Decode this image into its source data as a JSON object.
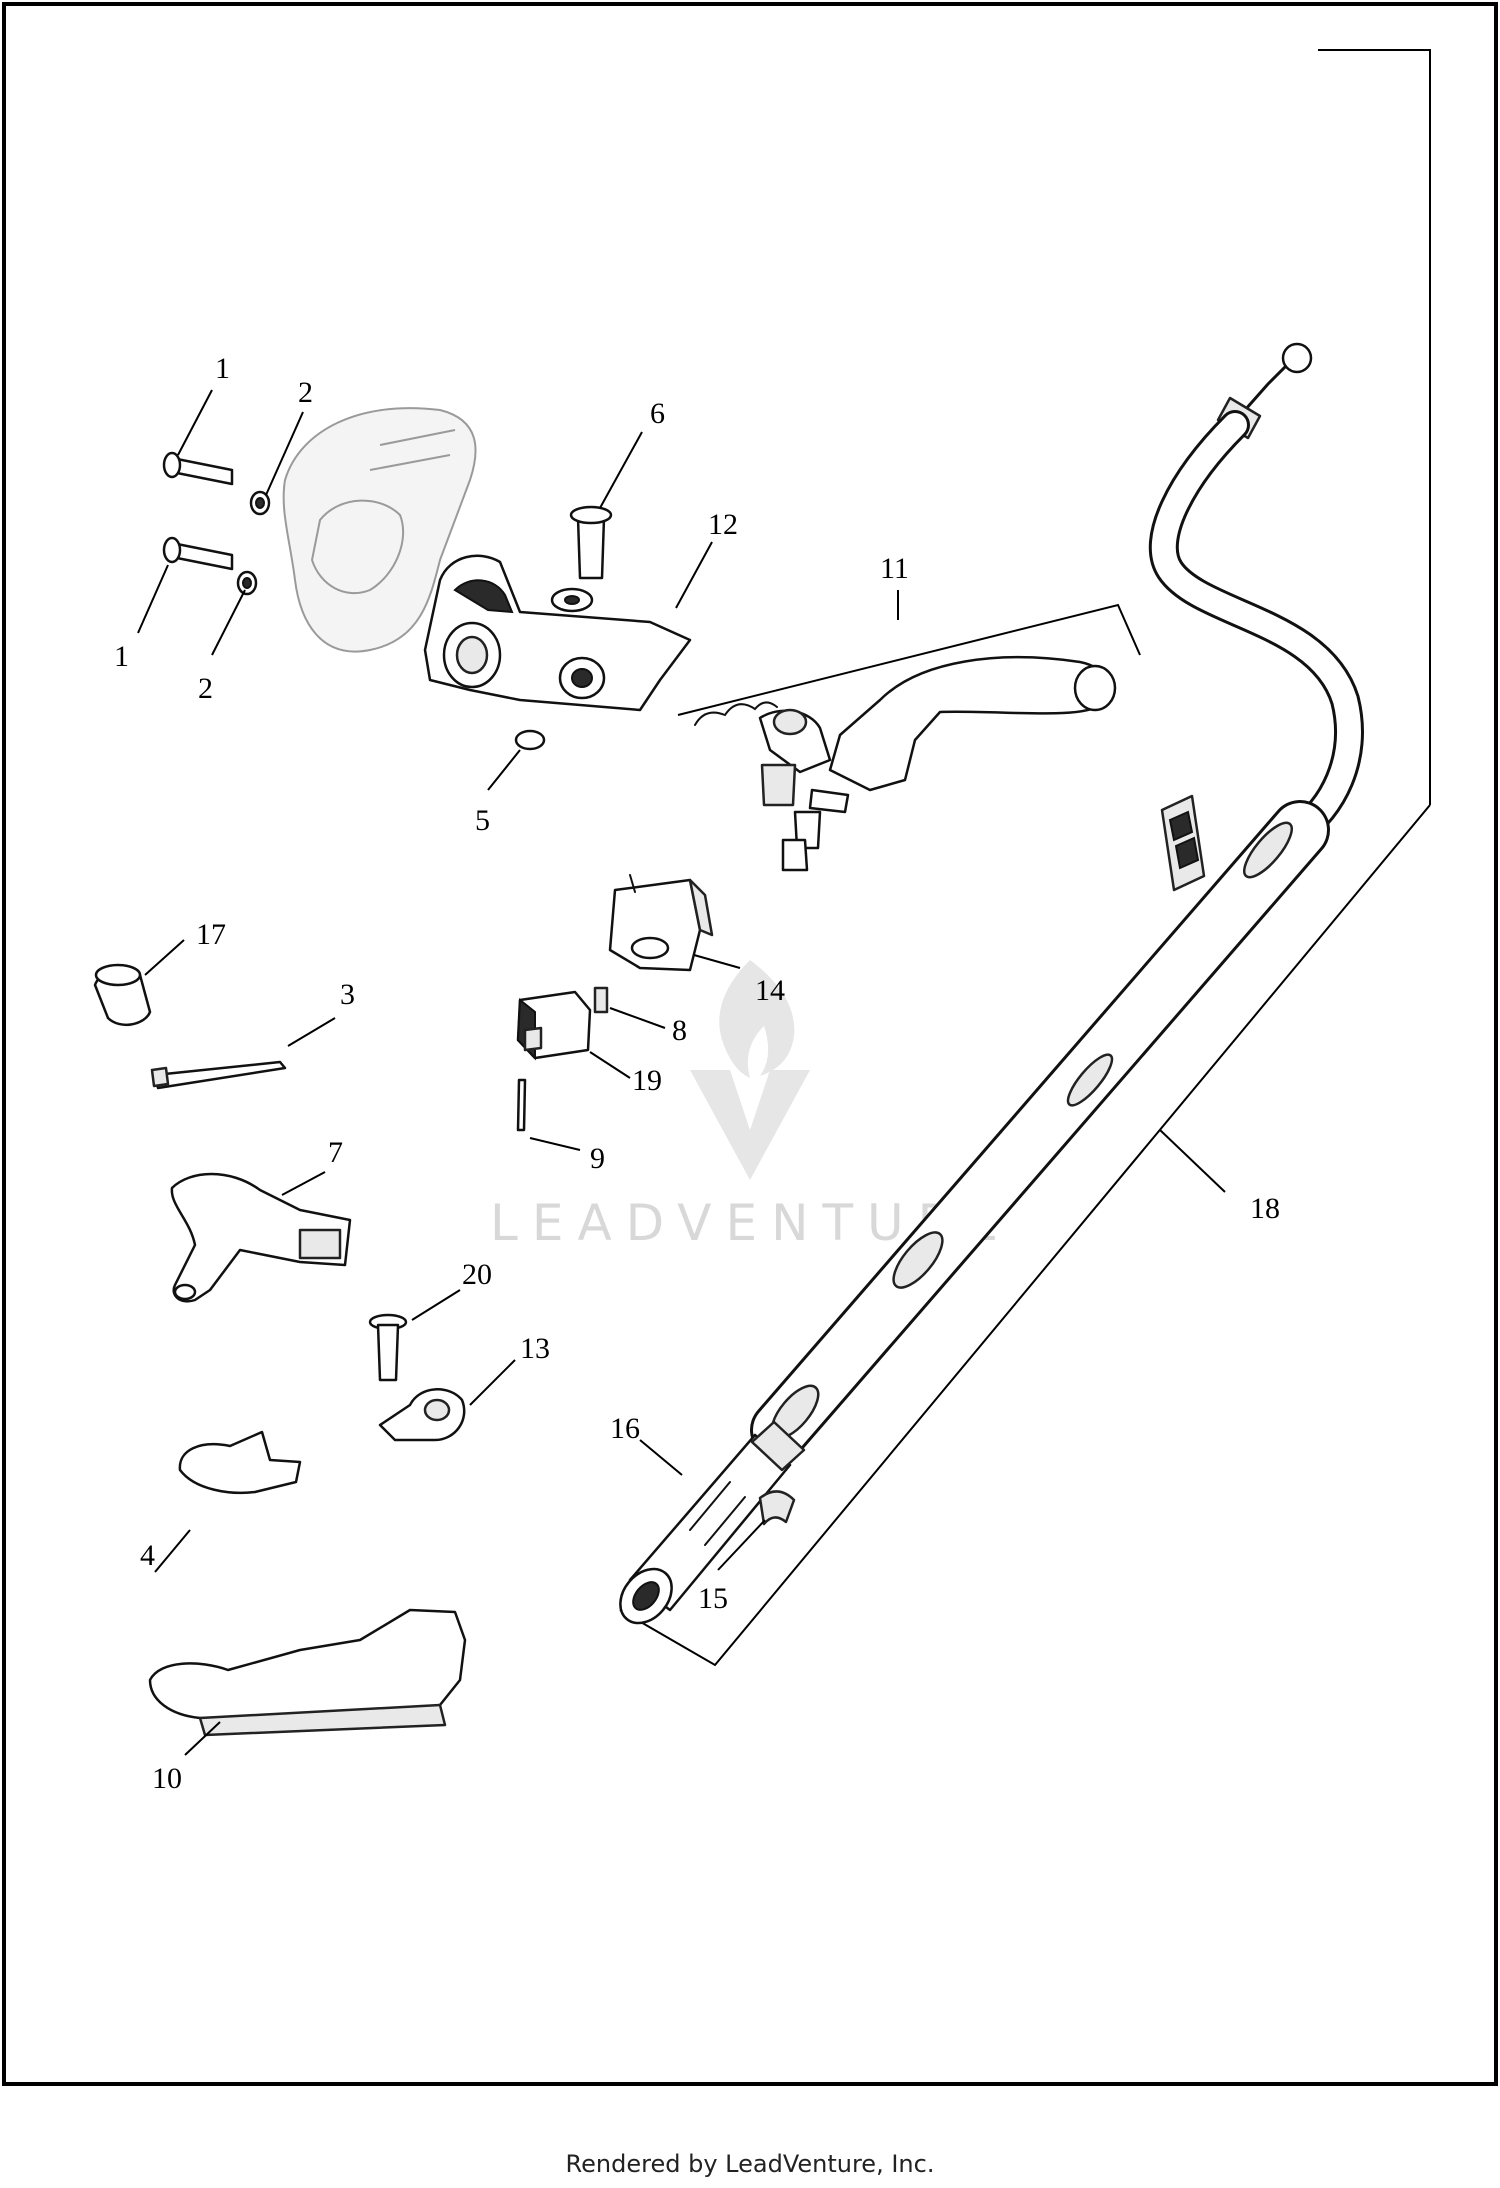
{
  "diagram": {
    "callouts": {
      "c1a": "1",
      "c1b": "1",
      "c2a": "2",
      "c2b": "2",
      "c3": "3",
      "c4": "4",
      "c5": "5",
      "c6": "6",
      "c7": "7",
      "c8": "8",
      "c9": "9",
      "c10": "10",
      "c11": "11",
      "c12": "12",
      "c13": "13",
      "c14": "14",
      "c15": "15",
      "c16": "16",
      "c17": "17",
      "c18": "18",
      "c19": "19",
      "c20": "20"
    },
    "watermark": "LEADVENTURE"
  },
  "footer": {
    "text": "Rendered by LeadVenture, Inc."
  },
  "colors": {
    "line": "#000000",
    "background": "#ffffff",
    "watermark": "#d8d8d8"
  }
}
